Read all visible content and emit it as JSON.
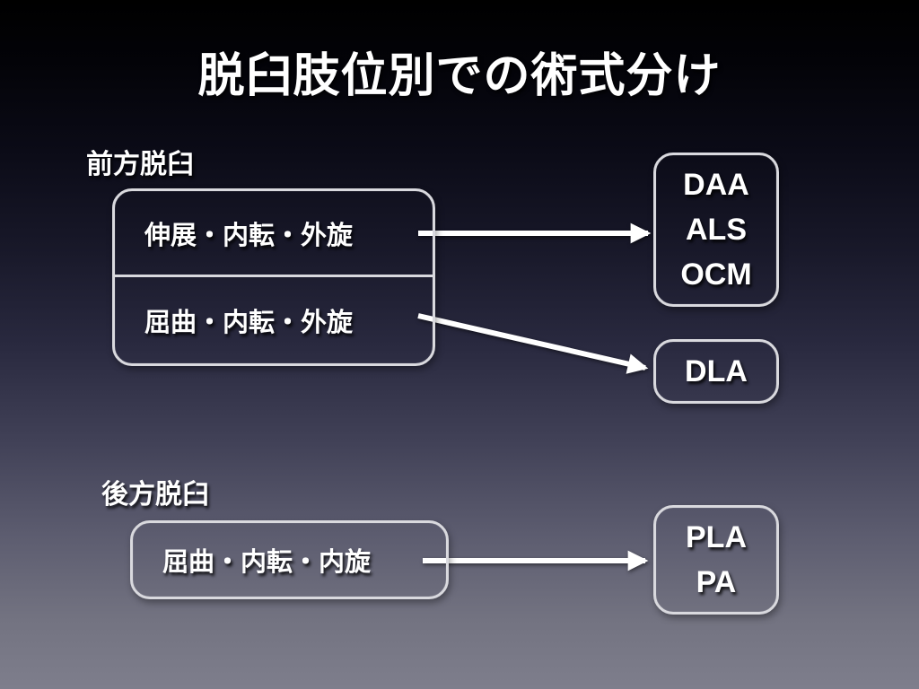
{
  "slide": {
    "title": "脱臼肢位別での術式分け",
    "sections": {
      "anterior": {
        "label": "前方脱臼",
        "rows": [
          {
            "text": "伸展・内転・外旋"
          },
          {
            "text": "屈曲・内転・外旋"
          }
        ],
        "targets": [
          {
            "id": "daa-als-ocm",
            "lines": [
              "DAA",
              "ALS",
              "OCM"
            ]
          },
          {
            "id": "dla",
            "lines": [
              "DLA"
            ]
          }
        ]
      },
      "posterior": {
        "label": "後方脱臼",
        "rows": [
          {
            "text": "屈曲・内転・内旋"
          }
        ],
        "targets": [
          {
            "id": "pla-pa",
            "lines": [
              "PLA",
              "PA"
            ]
          }
        ]
      }
    },
    "connections": [
      {
        "from": "伸展・内転・外旋",
        "to": "DAA / ALS / OCM"
      },
      {
        "from": "屈曲・内転・外旋",
        "to": "DLA"
      },
      {
        "from": "屈曲・内転・内旋",
        "to": "PLA / PA"
      }
    ],
    "colors": {
      "background_top": "#000000",
      "background_bottom": "#7e7e8c",
      "box_border": "#d9d9de",
      "text": "#ffffff",
      "arrow": "#ffffff"
    }
  }
}
